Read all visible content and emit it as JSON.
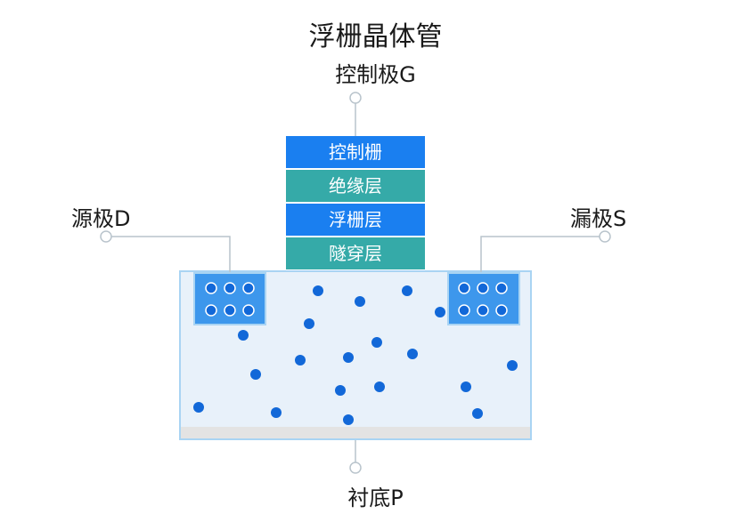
{
  "diagram": {
    "title": "浮栅晶体管",
    "gate_label": "控制极G",
    "source_label": "源极D",
    "drain_label": "漏极S",
    "substrate_label": "衬底P",
    "stack_layers": [
      "控制栅",
      "绝缘层",
      "浮栅层",
      "隧穿层"
    ]
  },
  "colors": {
    "blue_layer": "#1a7ff0",
    "teal_layer": "#35aaa8",
    "well": "#3d97ec",
    "electron": "#1268d8",
    "substrate": "#e8f1fa",
    "connector": "#b9c4cc"
  }
}
